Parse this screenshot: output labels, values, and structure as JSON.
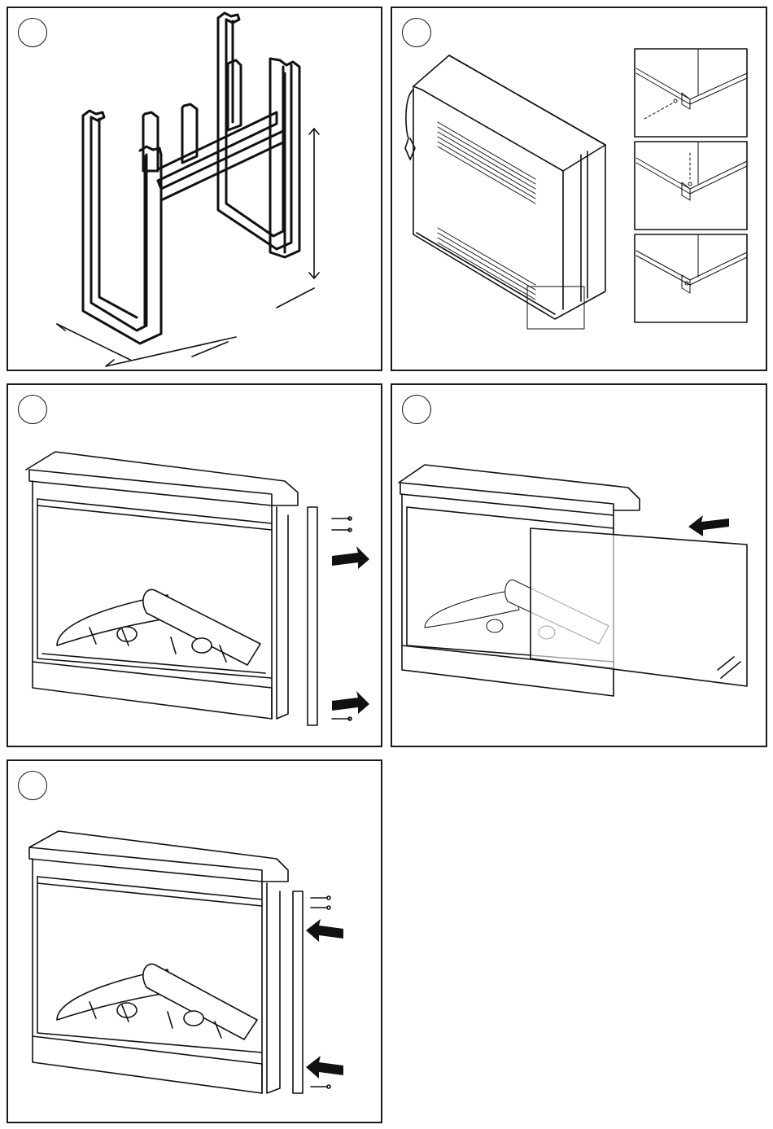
{
  "page": {
    "background": "#ffffff",
    "line_color": "#111111"
  },
  "panels": [
    {
      "id": "step-1",
      "icon": "frame-assembly-illustration"
    },
    {
      "id": "step-2",
      "icon": "insert-rear-bracket-illustration"
    },
    {
      "id": "step-3",
      "icon": "remove-side-trim-illustration"
    },
    {
      "id": "step-4",
      "icon": "insert-glass-panel-illustration"
    },
    {
      "id": "step-5",
      "icon": "reattach-side-trim-illustration"
    }
  ]
}
